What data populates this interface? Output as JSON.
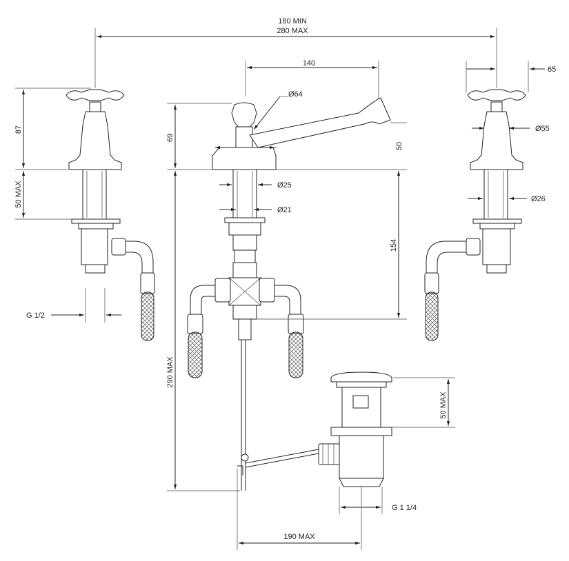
{
  "dimensions": {
    "spread_min": "180 MIN",
    "spread_max": "280 MAX",
    "spout_reach": "140",
    "valve_width": "65",
    "handle_dia": "Ø64",
    "valve_height": "87",
    "spout_base_height": "69",
    "spout_height": "50",
    "shank_dia_outer": "Ø25",
    "shank_dia_inner": "Ø21",
    "valve_body_dia": "Ø55",
    "valve_shank_dia": "Ø26",
    "valve_shank_length": "50 MAX",
    "mixer_body_length": "154",
    "connection_thread": "G 1/2",
    "deck_thickness": "290 MAX",
    "waste_height": "50 MAX",
    "waste_thread": "G 1 1/4",
    "waste_offset": "190 MAX"
  }
}
